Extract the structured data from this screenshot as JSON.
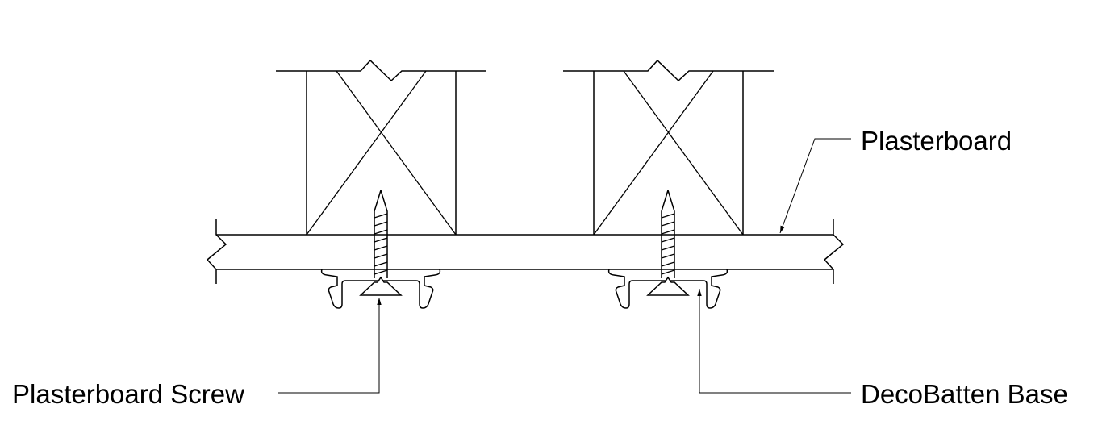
{
  "labels": {
    "plasterboard": "Plasterboard",
    "screw": "Plasterboard Screw",
    "base": "DecoBatten Base"
  },
  "colors": {
    "line": "#000000",
    "background": "#ffffff"
  }
}
